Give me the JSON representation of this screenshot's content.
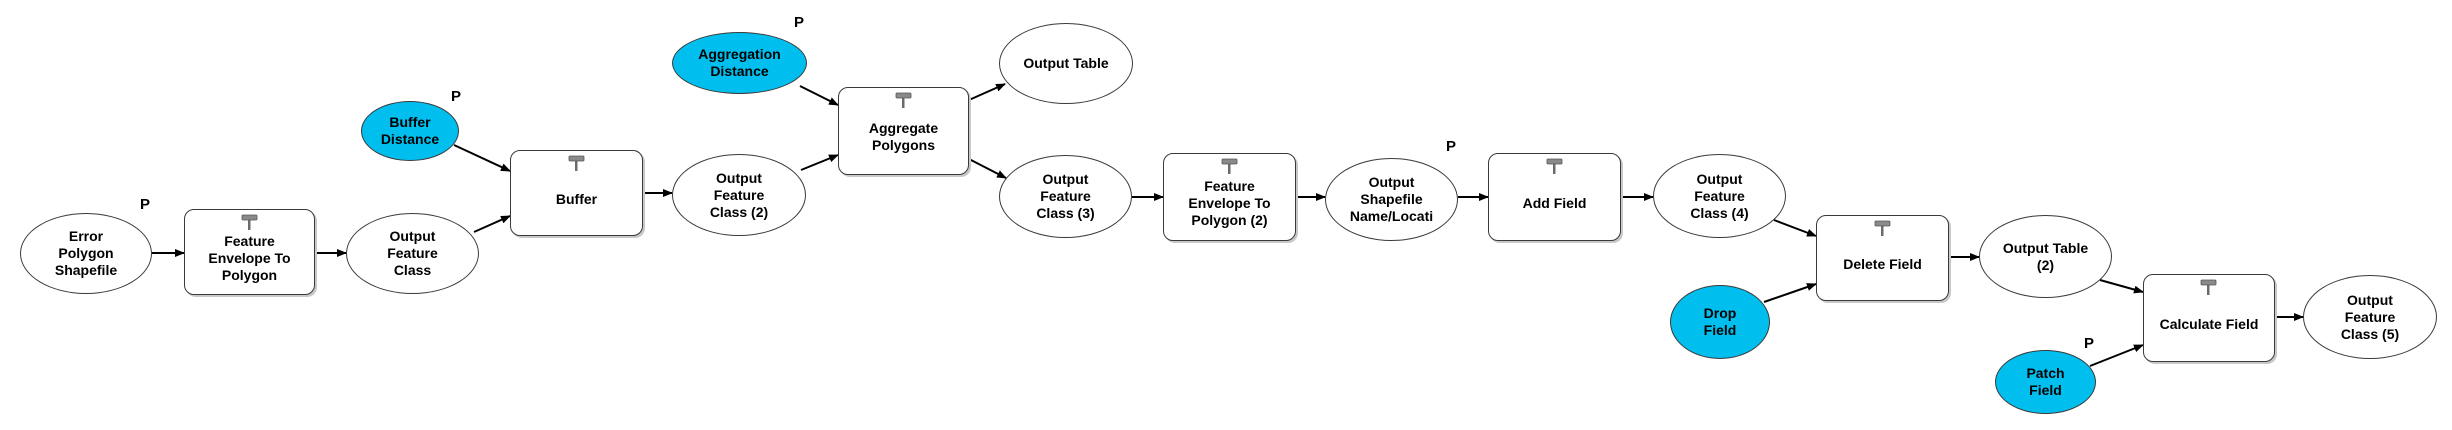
{
  "model": {
    "param_fill": "#00bfef",
    "stroke": "#3a3a3a",
    "parameter_marker": "P",
    "nodes": {
      "error_polygon_shapefile": {
        "label": "Error\nPolygon\nShapefile",
        "kind": "data"
      },
      "feature_envelope_1": {
        "label": "Feature\nEnvelope To\nPolygon",
        "kind": "tool",
        "icon": "hammer-icon"
      },
      "output_feature_class_1": {
        "label": "Output\nFeature\nClass",
        "kind": "data"
      },
      "buffer_distance": {
        "label": "Buffer\nDistance",
        "kind": "parameter"
      },
      "buffer": {
        "label": "Buffer",
        "kind": "tool",
        "icon": "hammer-icon"
      },
      "output_feature_class_2": {
        "label": "Output\nFeature\nClass (2)",
        "kind": "data"
      },
      "aggregation_distance": {
        "label": "Aggregation\nDistance",
        "kind": "parameter"
      },
      "aggregate_polygons": {
        "label": "Aggregate\nPolygons",
        "kind": "tool",
        "icon": "hammer-icon"
      },
      "output_table_1": {
        "label": "Output Table",
        "kind": "data"
      },
      "output_feature_class_3": {
        "label": "Output\nFeature\nClass (3)",
        "kind": "data"
      },
      "feature_envelope_2": {
        "label": "Feature\nEnvelope To\nPolygon (2)",
        "kind": "tool",
        "icon": "hammer-icon"
      },
      "output_shapefile": {
        "label": "Output\nShapefile\nName/Locati",
        "kind": "data"
      },
      "add_field": {
        "label": "Add Field",
        "kind": "tool",
        "icon": "hammer-icon"
      },
      "output_feature_class_4": {
        "label": "Output\nFeature\nClass (4)",
        "kind": "data"
      },
      "drop_field": {
        "label": "Drop\nField",
        "kind": "parameter"
      },
      "delete_field": {
        "label": "Delete Field",
        "kind": "tool",
        "icon": "hammer-icon"
      },
      "output_table_2": {
        "label": "Output Table\n(2)",
        "kind": "data"
      },
      "patch_field": {
        "label": "Patch\nField",
        "kind": "parameter"
      },
      "calculate_field": {
        "label": "Calculate Field",
        "kind": "tool",
        "icon": "hammer-icon"
      },
      "output_feature_class_5": {
        "label": "Output\nFeature\nClass (5)",
        "kind": "data"
      }
    }
  }
}
